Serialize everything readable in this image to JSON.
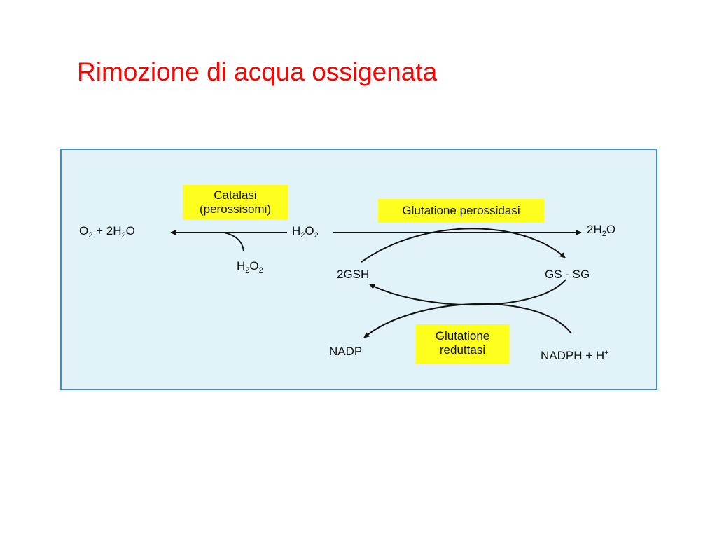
{
  "slide": {
    "title": "Rimozione di acqua ossigenata"
  },
  "diagram": {
    "colors": {
      "panel_background": "#e1f3f8",
      "panel_border": "#3e8fce",
      "enzyme_box": "#ffff1e",
      "title": "#ff0000"
    },
    "enzymes": {
      "catalase": {
        "line1": "Catalasi",
        "line2": "(perossisomi)"
      },
      "peroxidase": {
        "label": "Glutatione perossidasi"
      },
      "reductase": {
        "line1": "Glutatione",
        "line2": "reduttasi"
      }
    },
    "species": {
      "o2_2h2o": {
        "o": "O",
        "o_sub": "2",
        "plus": " + 2H",
        "h_sub": "2",
        "o_end": "O"
      },
      "h2o2_center": {
        "h": "H",
        "h_sub": "2",
        "o": "O",
        "o_sub": "2"
      },
      "h2o2_catalase": {
        "h": "H",
        "h_sub": "2",
        "o": "O",
        "o_sub": "2"
      },
      "product_2h2o": {
        "pre": "2H",
        "h_sub": "2",
        "o": "O"
      },
      "gsh": "2GSH",
      "gssg": "GS - SG",
      "nadp": "NADP",
      "nadph": {
        "text": "NADPH + H",
        "sup": "+"
      }
    }
  }
}
